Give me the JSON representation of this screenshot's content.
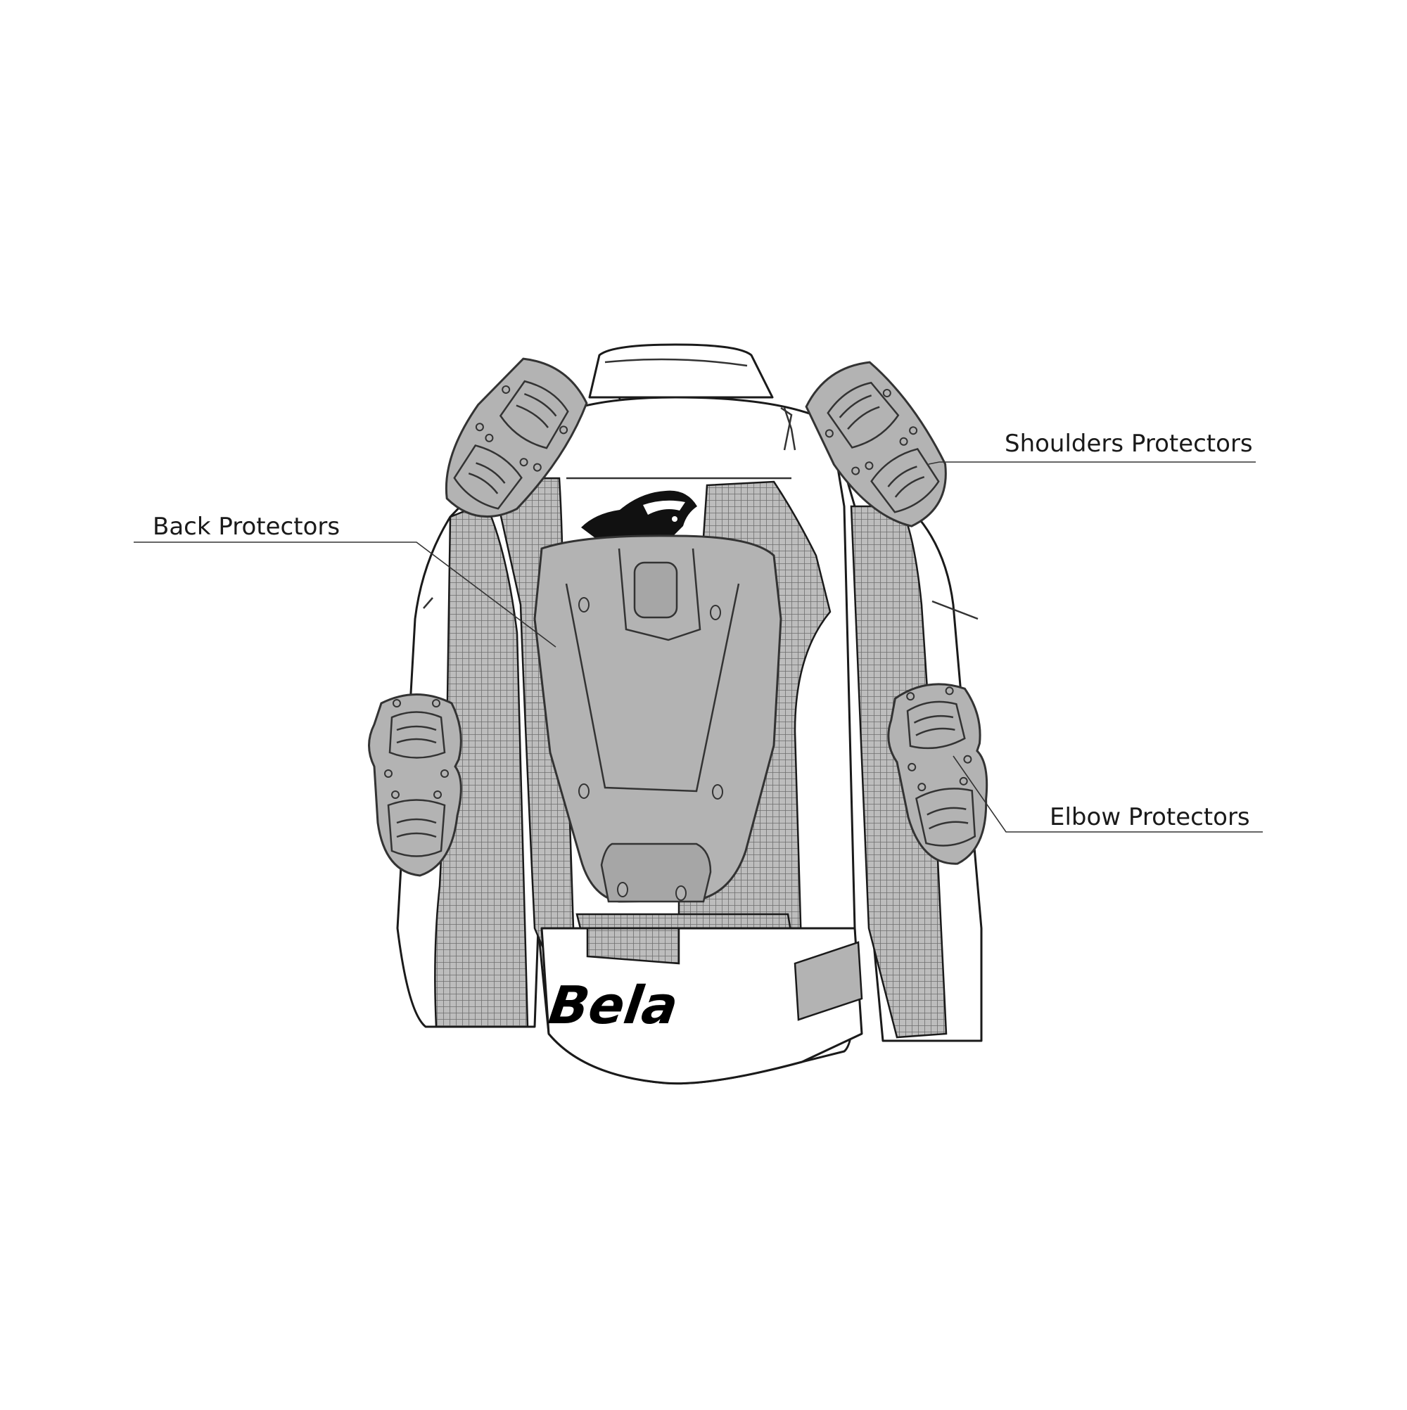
{
  "labels": {
    "shoulders": "Shoulders Protectors",
    "back": "Back Protectors",
    "elbow": "Elbow Protectors"
  },
  "brand": {
    "wordmark": "Bela"
  },
  "icons": {
    "mascot": "bear-head-icon"
  },
  "colors": {
    "outline": "#1a1a1a",
    "protector_fill": "#b3b3b3",
    "mesh_fill": "#9e9e9e",
    "label_text": "#1a1a1a"
  }
}
